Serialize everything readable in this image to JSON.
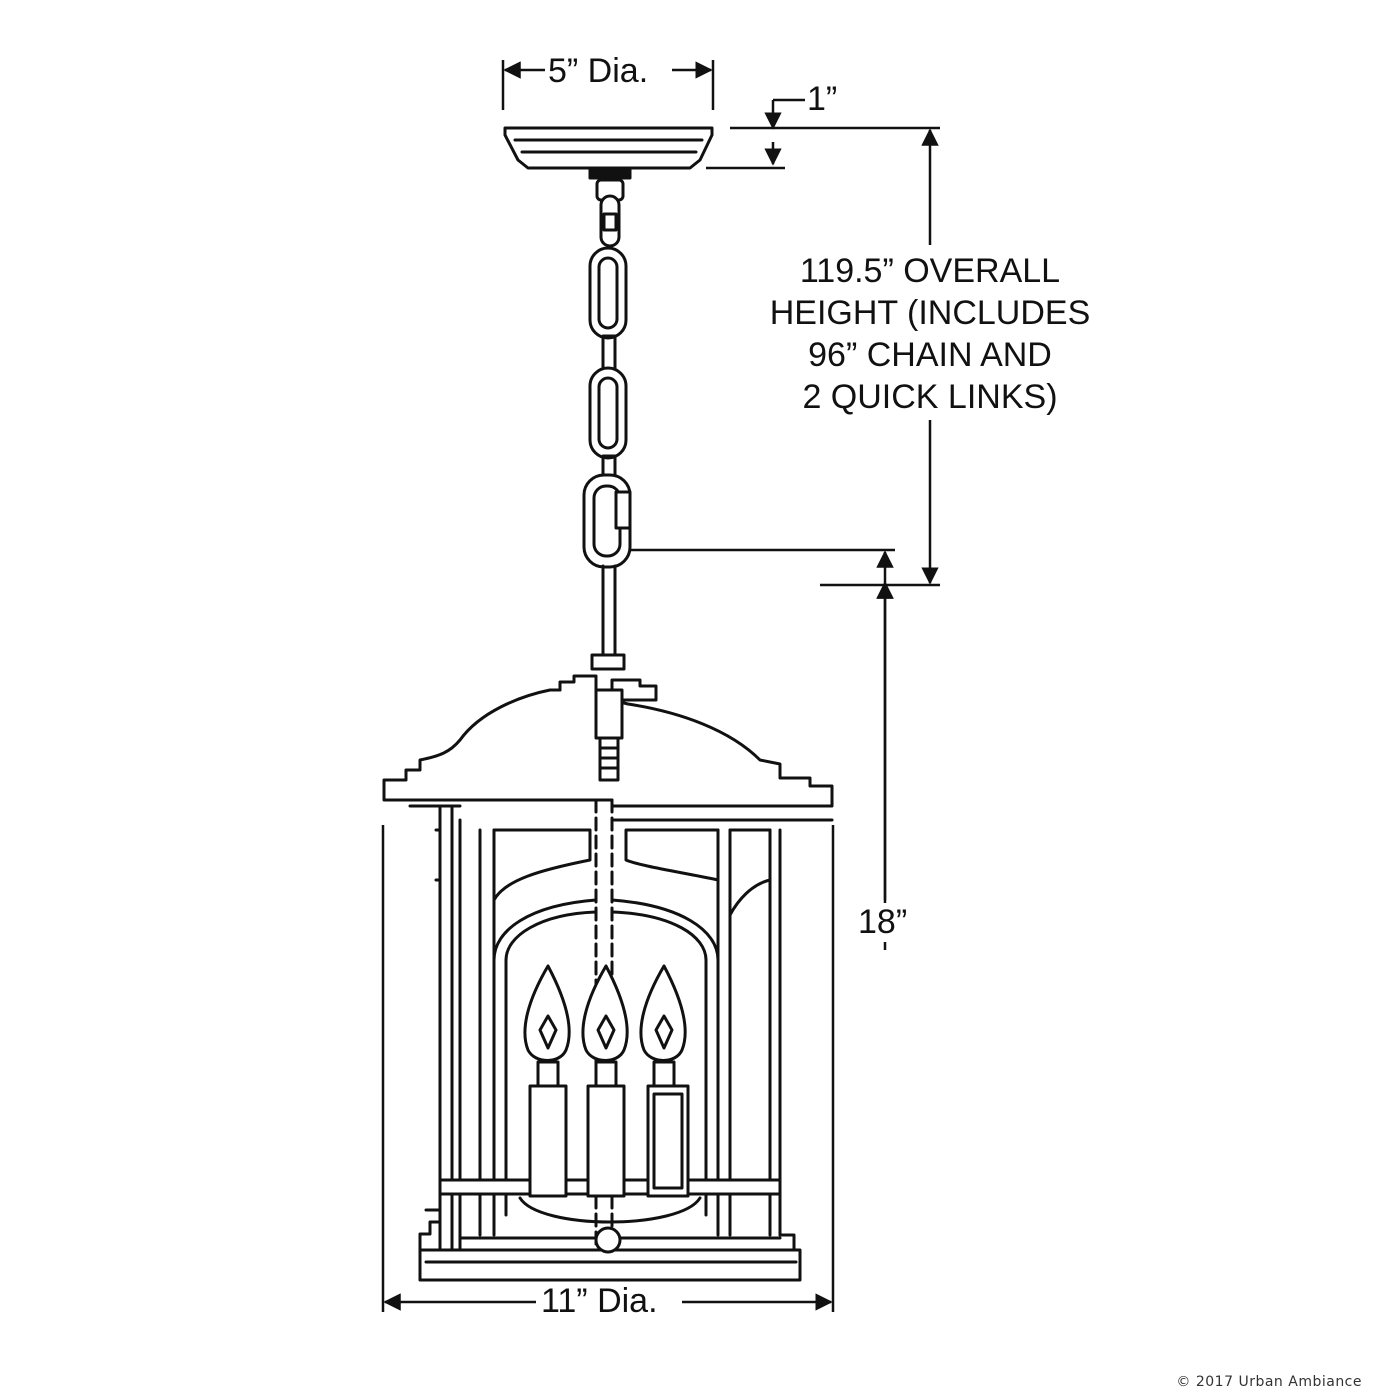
{
  "dimensions": {
    "canopy_diameter": "5” Dia.",
    "canopy_height": "1”",
    "overall_height": [
      "119.5” OVERALL",
      "HEIGHT (INCLUDES",
      "96” CHAIN AND",
      "2 QUICK LINKS)"
    ],
    "fixture_height": "18”",
    "fixture_diameter": "11” Dia."
  },
  "copyright": "© 2017 Urban Ambiance",
  "colors": {
    "line": "#111111",
    "background": "#ffffff"
  }
}
